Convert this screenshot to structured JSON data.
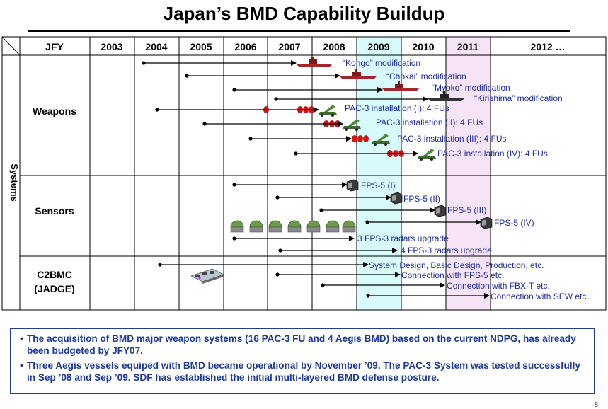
{
  "title": "Japan’s BMD Capability Buildup",
  "header": {
    "jfy_label": "JFY",
    "years": [
      "2003",
      "2004",
      "2005",
      "2006",
      "2007",
      "2008",
      "2009",
      "2010",
      "2011",
      "2012 …"
    ]
  },
  "systems_label": "Systems",
  "sections": [
    {
      "label": "Weapons"
    },
    {
      "label": "Sensors"
    },
    {
      "label": "C2BMC\n(JADGE)"
    }
  ],
  "weapons": [
    {
      "label": "“Kongo” modification"
    },
    {
      "label": "“Chokai” modification"
    },
    {
      "label": "“Myoko” modification"
    },
    {
      "label": "“Kirishima” modification"
    },
    {
      "label": "PAC-3 installation (I): 4 FUs"
    },
    {
      "label": "PAC-3 installation (II): 4 FUs"
    },
    {
      "label": "PAC-3 installation (III): 4 FUs"
    },
    {
      "label": "PAC-3 installation (IV): 4 FUs"
    }
  ],
  "sensors": [
    {
      "label": "FPS-5 (I)"
    },
    {
      "label": "FPS-5 (II)"
    },
    {
      "label": "FPS-5 (III)"
    },
    {
      "label": "FPS-5 (IV)"
    },
    {
      "label": "3 FPS-3 radars upgrade"
    },
    {
      "label": "4 FPS-3 radars upgrade"
    }
  ],
  "c2bmc": [
    {
      "label": "System Design, Basic Design, Production, etc."
    },
    {
      "label": "Connection with FPS-5 etc."
    },
    {
      "label": "Connection with FBX-T etc."
    },
    {
      "label": "Connection with SEW etc."
    }
  ],
  "summary": [
    "The acquisition of BMD major weapon systems (16 PAC-3 FU and 4 Aegis BMD) based on the current NDPG, has already been budgeted by JFY07.",
    "Three Aegis vessels equiped with BMD became operational by November ’09. The PAC-3 System was tested successfully in Sep ’08 and Sep ’09.  SDF has established the initial multi-layered BMD defense posture."
  ],
  "page_number": "8",
  "colors": {
    "label_blue": "#1f2d9a",
    "highlight_2009": "#d8fafa",
    "highlight_2011": "#f6e3f6",
    "missile_red": "#e01010",
    "ship_red": "#a02828",
    "launcher_green": "#3b6b2e",
    "summary_text": "#1c3a92"
  }
}
